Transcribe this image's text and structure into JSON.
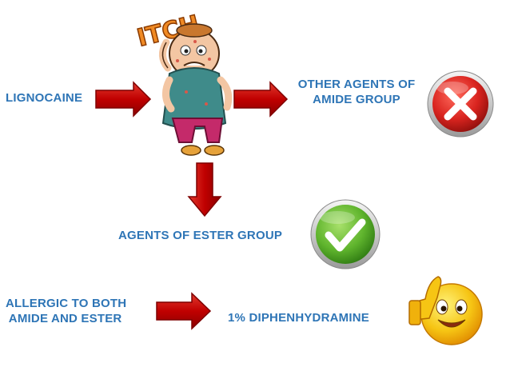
{
  "diagram": {
    "nodes": {
      "lignocaine": {
        "text": "LIGNOCAINE"
      },
      "other_amide": {
        "lines": [
          "OTHER AGENTS OF",
          "AMIDE GROUP"
        ]
      },
      "ester_group": {
        "text": "AGENTS OF ESTER GROUP"
      },
      "allergic_both": {
        "lines": [
          "ALLERGIC TO BOTH",
          " AMIDE AND ESTER"
        ]
      },
      "diphenhydramine": {
        "text": "1% DIPHENHYDRAMINE"
      }
    },
    "icons": {
      "center_image": "itching-cartoon-man",
      "cross": "red-x-icon",
      "check": "green-check-icon",
      "thumbs_up": "thumbs-up-smiley-icon"
    },
    "overlay_text": {
      "itch": "ITCH"
    },
    "colors": {
      "label": "#2e75b6",
      "arrow": "#c00000",
      "arrow_edge": "#7f0000",
      "cross_bg": "#d9241f",
      "check_bg": "#5fb42d",
      "smiley": "#f6c514"
    }
  }
}
